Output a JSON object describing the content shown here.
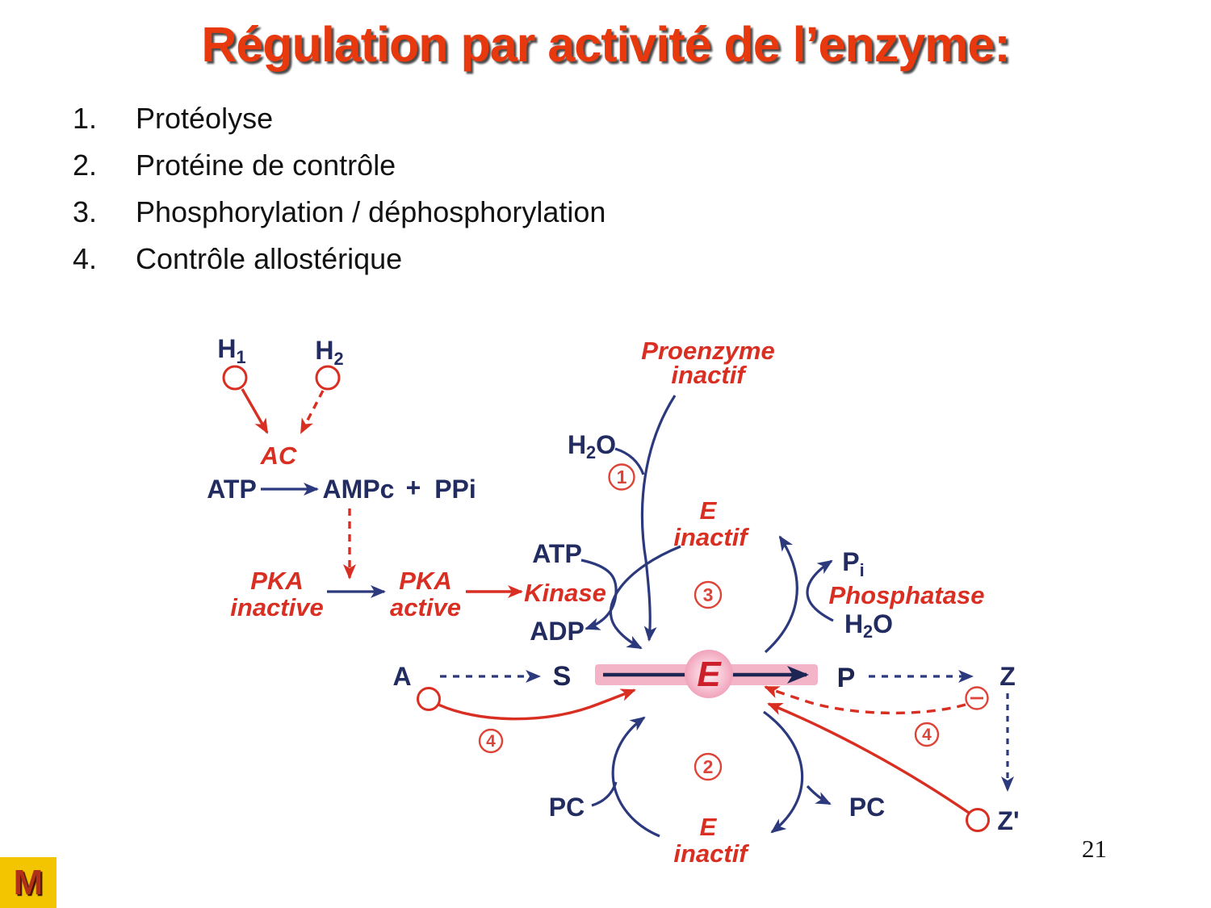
{
  "slide": {
    "title": "Régulation par activité de l’enzyme:",
    "page_number": "21",
    "logo_letter": "M"
  },
  "list": {
    "items": [
      {
        "number": "1.",
        "text": "Protéolyse"
      },
      {
        "number": "2.",
        "text": "Protéine de contrôle"
      },
      {
        "number": "3.",
        "text": "Phosphorylation / déphosphorylation"
      },
      {
        "number": "4.",
        "text": "Contrôle allostérique"
      }
    ]
  },
  "diagram": {
    "hormones": {
      "h_base": "H",
      "h1_sub": "1",
      "h2_sub": "2"
    },
    "ac": "AC",
    "atp": "ATP",
    "ampc": "AMPc",
    "plus": "+",
    "ppi": "PPi",
    "pka": "PKA",
    "inactive": "inactive",
    "active": "active",
    "kinase": "Kinase",
    "adp": "ADP",
    "proenzyme": "Proenzyme",
    "inactif": "inactif",
    "e": "E",
    "h2o": {
      "base": "H",
      "sub": "2",
      "tail": "O"
    },
    "pi": {
      "base": "P",
      "sub": "i"
    },
    "phosphatase": "Phosphatase",
    "pathway": {
      "a": "A",
      "s": "S",
      "p": "P",
      "z": "Z",
      "z_prime": "Z'"
    },
    "pc": "PC",
    "steps": {
      "s1": "1",
      "s2": "2",
      "s3": "3",
      "s4": "4"
    },
    "colors": {
      "title_red": "#e8380e",
      "diagram_red": "#d92f23",
      "diagram_blue": "#222c60",
      "line_blue": "#2c3a7d",
      "band_pink": "#f4b4c7",
      "logo_yellow": "#f2c500",
      "logo_m_red": "#b13018"
    }
  }
}
